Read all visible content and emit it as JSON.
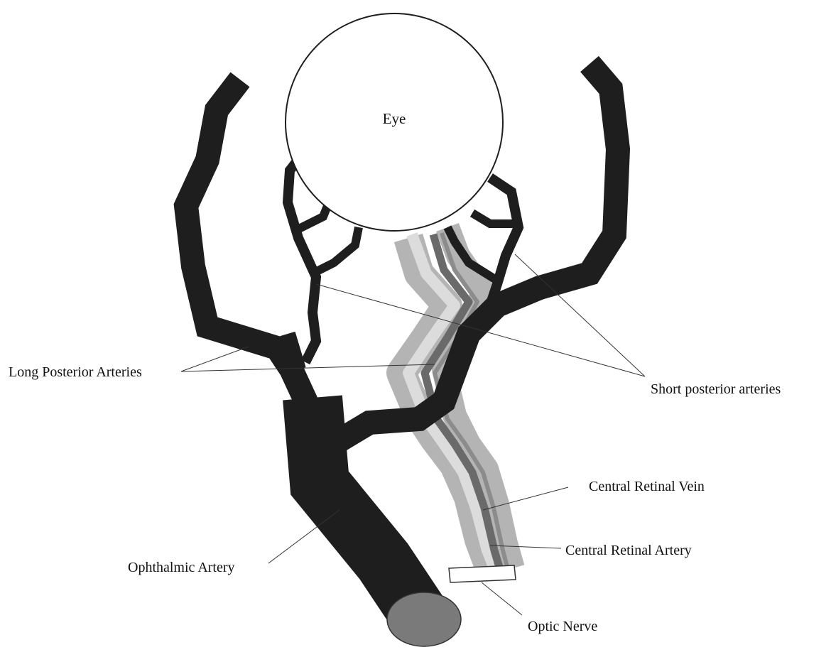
{
  "diagram": {
    "labels": {
      "eye": "Eye",
      "long_posterior": "Long Posterior Arteries",
      "short_posterior": "Short posterior arteries",
      "central_retinal_vein": "Central Retinal Vein",
      "central_retinal_artery": "Central Retinal Artery",
      "ophthalmic_artery": "Ophthalmic Artery",
      "optic_nerve": "Optic Nerve"
    },
    "colors": {
      "artery": "#1e1e1e",
      "nerve_sheath": "#b4b4b4",
      "nerve_inner": "#d8d8d8",
      "retinal_vessel": "#6a6a6a",
      "ophthalmic_cross_section": "#7a7a7a",
      "eye_fill": "#ffffff"
    }
  }
}
